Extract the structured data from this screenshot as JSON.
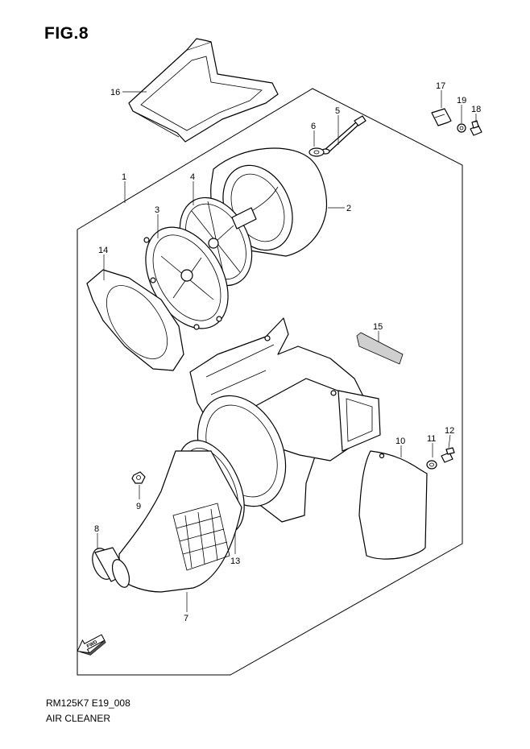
{
  "header": {
    "title": "FIG.8"
  },
  "footer": {
    "code": "RM125K7 E19_008",
    "caption": "AIR CLEANER"
  },
  "arrow": {
    "label": "FWD"
  },
  "callouts": [
    "1",
    "2",
    "3",
    "4",
    "5",
    "6",
    "7",
    "8",
    "9",
    "10",
    "11",
    "12",
    "13",
    "14",
    "15",
    "16",
    "17",
    "18",
    "19"
  ]
}
